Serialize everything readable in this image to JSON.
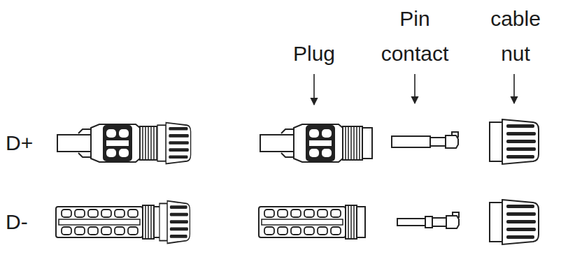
{
  "diagram": {
    "labels": [
      "Plug",
      "Pin contact",
      "cable nut",
      "D+",
      "D-"
    ]
  }
}
